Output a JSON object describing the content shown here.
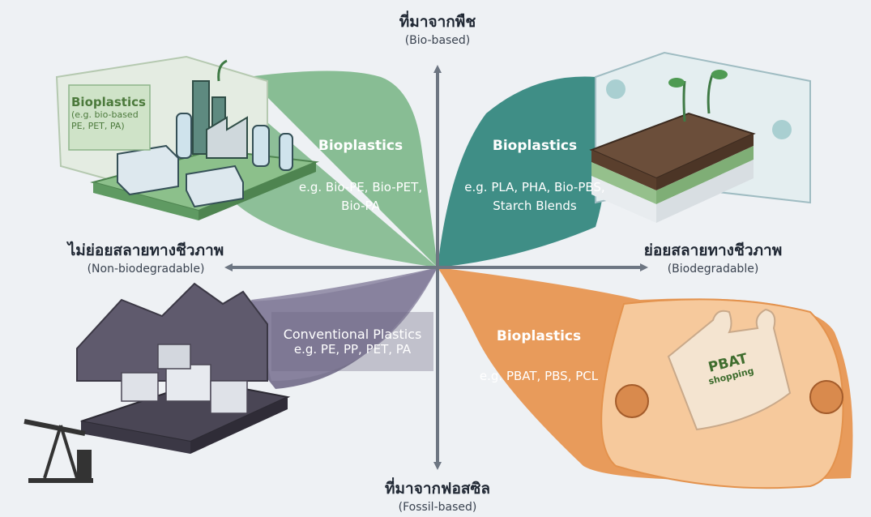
{
  "axes": {
    "top": {
      "primary": "ที่มาจากพืช",
      "secondary": "(Bio-based)"
    },
    "bottom": {
      "primary": "ที่มาจากฟอสซิล",
      "secondary": "(Fossil-based)"
    },
    "left": {
      "primary": "ไม่ย่อยสลายทางชีวภาพ",
      "secondary": "(Non-biodegradable)"
    },
    "right": {
      "primary": "ย่อยสลายทางชีวภาพ",
      "secondary": "(Biodegradable)"
    }
  },
  "quadrants": {
    "top_left": {
      "title": "Bioplastics",
      "examples": [
        "e.g. Bio-PE, Bio-PET,",
        "Bio-PA"
      ],
      "color": "#82b98e"
    },
    "top_right": {
      "title": "Bioplastics",
      "examples": [
        "e.g. PLA, PHA, Bio-PBS,",
        "Starch Blends"
      ],
      "color": "#3f8e86"
    },
    "bottom_left": {
      "title": "Conventional Plastics",
      "examples": [
        "e.g. PE, PP, PET, PA"
      ],
      "color": "#7d7893"
    },
    "bottom_right": {
      "title": "Bioplastics",
      "examples": [
        "e.g. PBAT, PBS, PCL"
      ],
      "color": "#e89b5b"
    }
  },
  "sign": {
    "title": "Bioplastics",
    "lines": [
      "(e.g. bio-based",
      "PE, PET, PA)"
    ]
  },
  "bag": {
    "line1": "PBAT",
    "line2": "shopping"
  },
  "colors": {
    "axis": "#6d7682",
    "background": "#eef1f4"
  }
}
